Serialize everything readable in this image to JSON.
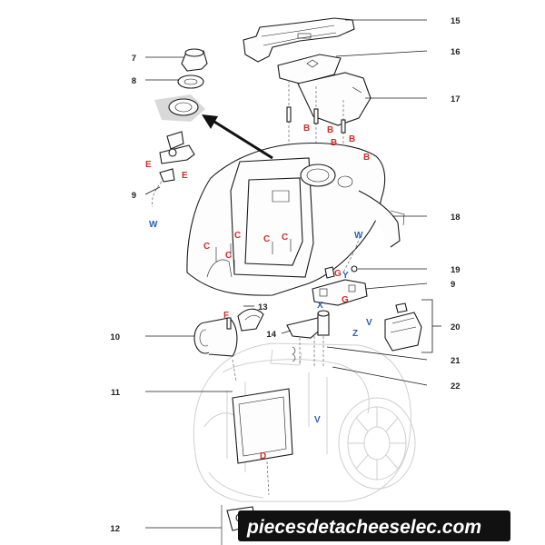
{
  "callouts": [
    {
      "id": "c7",
      "label": "7"
    },
    {
      "id": "c8",
      "label": "8"
    },
    {
      "id": "c9a",
      "label": "9"
    },
    {
      "id": "c15",
      "label": "15"
    },
    {
      "id": "c16",
      "label": "16"
    },
    {
      "id": "c17",
      "label": "17"
    },
    {
      "id": "c18",
      "label": "18"
    },
    {
      "id": "c19",
      "label": "19"
    },
    {
      "id": "c9b",
      "label": "9"
    },
    {
      "id": "c20",
      "label": "20"
    },
    {
      "id": "c21",
      "label": "21"
    },
    {
      "id": "c22",
      "label": "22"
    },
    {
      "id": "c10",
      "label": "10"
    },
    {
      "id": "c11",
      "label": "11"
    },
    {
      "id": "c12",
      "label": "12"
    },
    {
      "id": "c13",
      "label": "13"
    },
    {
      "id": "c14",
      "label": "14"
    }
  ],
  "screw_codes": {
    "B": "B",
    "C": "C",
    "D": "D",
    "E": "E",
    "F": "F",
    "G": "G",
    "V": "V",
    "W": "W",
    "X": "X",
    "Y": "Y",
    "Z": "Z"
  },
  "colors": {
    "code_red": "#d42a2a",
    "code_blue": "#2b5fb4",
    "watermark_bg": "#111111"
  },
  "watermark": {
    "text": "piecesdetacheeselec.com"
  }
}
